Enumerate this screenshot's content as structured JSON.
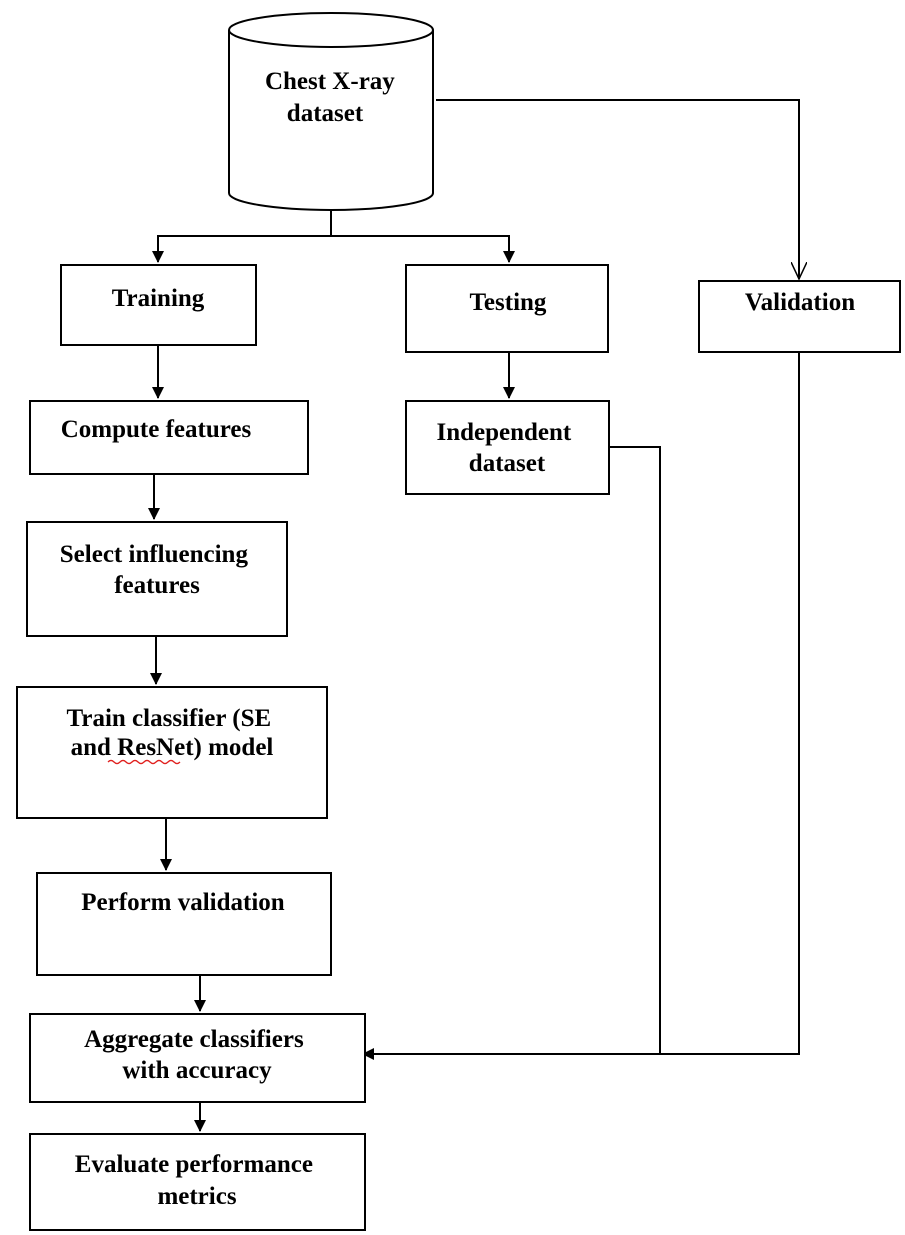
{
  "nodes": {
    "dataset": {
      "lines": [
        "Chest X-ray",
        "dataset"
      ]
    },
    "training": {
      "lines": [
        "Training"
      ]
    },
    "testing": {
      "lines": [
        "Testing"
      ]
    },
    "validation": {
      "lines": [
        "Validation"
      ]
    },
    "compute_features": {
      "lines": [
        "Compute features"
      ]
    },
    "independent_dataset": {
      "lines": [
        "Independent",
        "dataset"
      ]
    },
    "select_features": {
      "lines": [
        "Select influencing",
        "features"
      ]
    },
    "train_classifier": {
      "lines": [
        "Train classifier (SE",
        "and ResNet) model"
      ]
    },
    "perform_validation": {
      "lines": [
        "Perform validation"
      ]
    },
    "aggregate": {
      "lines": [
        "Aggregate classifiers",
        "with accuracy"
      ]
    },
    "evaluate": {
      "lines": [
        "Evaluate performance",
        "metrics"
      ]
    }
  },
  "edges": [
    {
      "from": "dataset",
      "to": "training"
    },
    {
      "from": "dataset",
      "to": "testing"
    },
    {
      "from": "dataset",
      "to": "validation"
    },
    {
      "from": "training",
      "to": "compute_features"
    },
    {
      "from": "testing",
      "to": "independent_dataset"
    },
    {
      "from": "compute_features",
      "to": "select_features"
    },
    {
      "from": "select_features",
      "to": "train_classifier"
    },
    {
      "from": "train_classifier",
      "to": "perform_validation"
    },
    {
      "from": "perform_validation",
      "to": "aggregate"
    },
    {
      "from": "independent_dataset",
      "to": "aggregate"
    },
    {
      "from": "validation",
      "to": "aggregate"
    },
    {
      "from": "aggregate",
      "to": "evaluate"
    }
  ]
}
